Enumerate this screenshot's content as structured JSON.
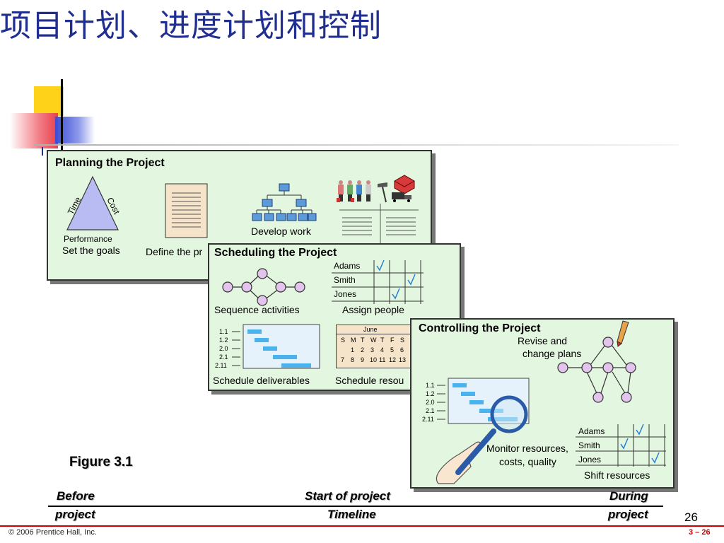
{
  "slide": {
    "title": "项目计划、进度计划和控制",
    "page_number": "26",
    "copyright": "© 2006 Prentice Hall, Inc.",
    "slide_ref": "3 – 26",
    "figure_label": "Figure 3.1"
  },
  "planning": {
    "title": "Planning the Project",
    "triangle_time": "Time",
    "triangle_cost": "Cost",
    "triangle_performance": "Performance",
    "set_goals": "Set the goals",
    "define": "Define the pr",
    "develop_work": "Develop work"
  },
  "scheduling": {
    "title": "Scheduling the Project",
    "sequence": "Sequence activities",
    "assign": "Assign people",
    "people": [
      "Adams",
      "Smith",
      "Jones"
    ],
    "wbs": [
      "1.1",
      "1.2",
      "2.0",
      "2.1",
      "2.11"
    ],
    "deliverables": "Schedule deliverables",
    "resources": "Schedule resou",
    "calendar": {
      "month": "June",
      "days": [
        "S",
        "M",
        "T",
        "W",
        "T",
        "F",
        "S"
      ],
      "row1": [
        "",
        "1",
        "2",
        "3",
        "4",
        "5",
        "6"
      ],
      "row2": [
        "7",
        "8",
        "9",
        "10",
        "11",
        "12",
        "13"
      ]
    }
  },
  "controlling": {
    "title": "Controlling the Project",
    "revise_line1": "Revise and",
    "revise_line2": "change plans",
    "wbs": [
      "1.1",
      "1.2",
      "2.0",
      "2.1",
      "2.11"
    ],
    "people": [
      "Adams",
      "Smith",
      "Jones"
    ],
    "monitor_line1": "Monitor resources,",
    "monitor_line2": "costs, quality",
    "shift": "Shift resources"
  },
  "timeline": {
    "before_1": "Before",
    "before_2": "project",
    "start": "Start of project",
    "label": "Timeline",
    "during_1": "During",
    "during_2": "project"
  },
  "colors": {
    "title": "#1f2e8f",
    "panel_bg": "#e3f6df",
    "node": "#e3c4ec",
    "bar": "#4ab3ee",
    "check": "#2a7fd4",
    "footer_red": "#cc0000"
  }
}
